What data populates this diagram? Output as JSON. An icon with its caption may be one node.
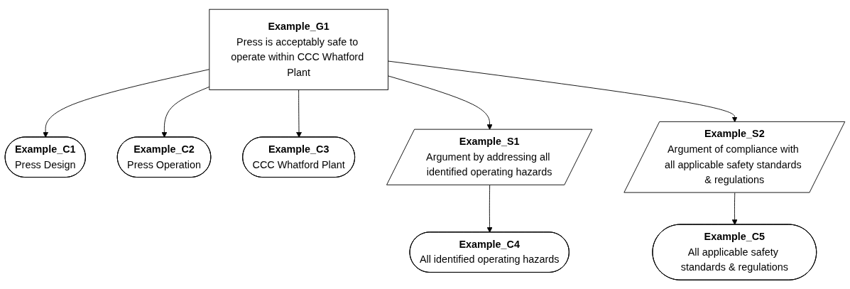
{
  "diagram": {
    "nodes": [
      {
        "text": [
          "Example_C1",
          "Press Design"
        ]
      },
      {
        "text": [
          "Example_C2",
          "Press Operation"
        ]
      },
      {
        "text": [
          "Example_G1",
          "Press is acceptably safe to operate within CCC Whatford Plant"
        ]
      },
      {
        "text": [
          "Example_C3",
          "CCC Whatford Plant"
        ]
      },
      {
        "text": [
          "Example_C4",
          "All identified operating hazards"
        ]
      },
      {
        "text": [
          "Example_S1",
          "Argument by addressing all identified operating hazards"
        ]
      },
      {
        "text": [
          "Example_S2",
          "Argument of compliance with all applicable safety standards & regulations"
        ]
      },
      {
        "text": [
          "Example_C5",
          "All applicable safety standards & regulations"
        ]
      }
    ],
    "edges": [
      {
        "from": 2,
        "to": 0,
        "arrow": "to"
      },
      {
        "from": 2,
        "to": 1,
        "arrow": "to"
      },
      {
        "from": 2,
        "to": 3,
        "arrow": "to"
      },
      {
        "from": 2,
        "to": 5,
        "arrow": "to"
      },
      {
        "from": 2,
        "to": 6,
        "arrow": "to"
      },
      {
        "from": 5,
        "to": 4,
        "arrow": "to"
      },
      {
        "from": 6,
        "to": 7,
        "arrow": "to"
      }
    ]
  }
}
